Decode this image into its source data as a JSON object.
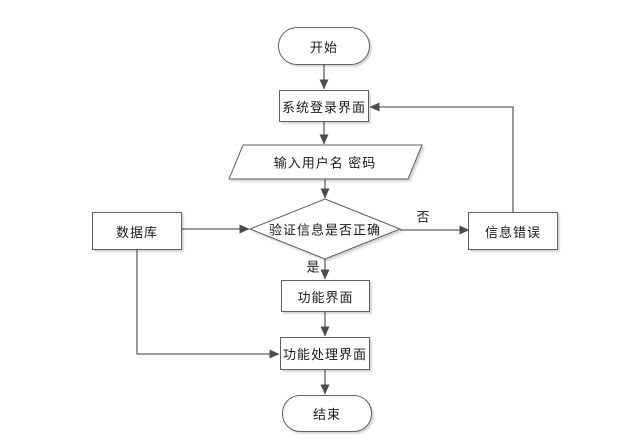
{
  "diagram": {
    "background": "#ffffff",
    "colors": {
      "shape_stroke": "#5f5f5f",
      "connector_stroke": "#616161",
      "arrowhead_fill": "#4d4d4d",
      "shape_fill": "#ffffff",
      "text": "#1a1a1a"
    },
    "nodes": {
      "start": {
        "label": "开始",
        "type": "terminator"
      },
      "login": {
        "label": "系统登录界面",
        "type": "process"
      },
      "input": {
        "label": "输入用户名 密码",
        "type": "data"
      },
      "decision": {
        "label": "验证信息是否正确",
        "type": "decision"
      },
      "database": {
        "label": "数据库",
        "type": "process"
      },
      "error": {
        "label": "信息错误",
        "type": "process"
      },
      "function": {
        "label": "功能界面",
        "type": "process"
      },
      "process_function": {
        "label": "功能处理界面",
        "type": "process"
      },
      "end": {
        "label": "结束",
        "type": "terminator"
      }
    },
    "edges": [
      {
        "from": "start",
        "to": "login",
        "label": ""
      },
      {
        "from": "login",
        "to": "input",
        "label": ""
      },
      {
        "from": "input",
        "to": "decision",
        "label": ""
      },
      {
        "from": "database",
        "to": "decision",
        "label": ""
      },
      {
        "from": "decision",
        "to": "error",
        "label": "否"
      },
      {
        "from": "decision",
        "to": "function",
        "label": "是"
      },
      {
        "from": "function",
        "to": "process_function",
        "label": ""
      },
      {
        "from": "process_function",
        "to": "end",
        "label": ""
      },
      {
        "from": "error",
        "to": "login",
        "label": ""
      },
      {
        "from": "database",
        "to": "process_function",
        "label": ""
      }
    ]
  }
}
